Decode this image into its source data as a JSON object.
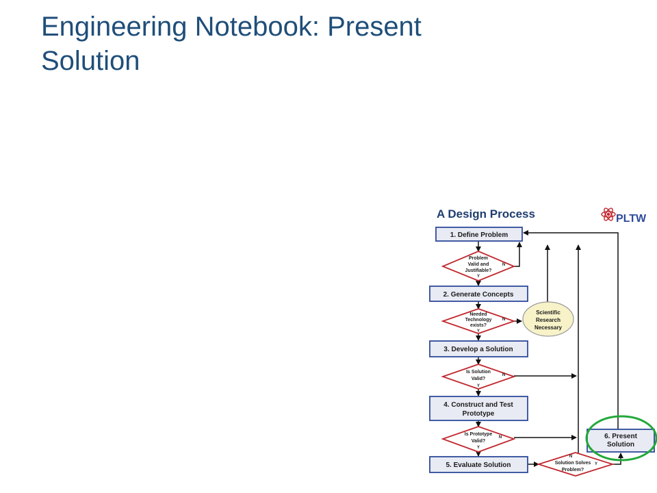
{
  "slide": {
    "title_line1": "Engineering Notebook: Present",
    "title_line2": "Solution"
  },
  "diagram": {
    "heading": "A Design Process",
    "logo_text": "PLTW",
    "steps": [
      "1. Define Problem",
      "2. Generate Concepts",
      "3. Develop a Solution",
      "4. Construct and Test",
      "Prototype",
      "5. Evaluate Solution",
      "6. Present",
      "Solution"
    ],
    "decisions": {
      "d1": [
        "Problem",
        "Valid and",
        "Justifiable?"
      ],
      "d2": [
        "Needed",
        "Technology",
        "exists?"
      ],
      "d3": [
        "Is  Solution",
        "Valid?"
      ],
      "d4": [
        "Is  Prototype",
        "Valid?"
      ],
      "d5": [
        "Solution Solves",
        "Problem?"
      ]
    },
    "ellipse": [
      "Scientific",
      "Research",
      "Necessary"
    ],
    "yes": "Y",
    "no": "N",
    "colors": {
      "box_fill": "#e8ebf3",
      "box_border": "#2e4a9a",
      "diamond_border": "#c0282e",
      "ellipse_fill": "#f7f2c8",
      "highlight": "#22a83a",
      "title": "#1f4e79"
    }
  }
}
